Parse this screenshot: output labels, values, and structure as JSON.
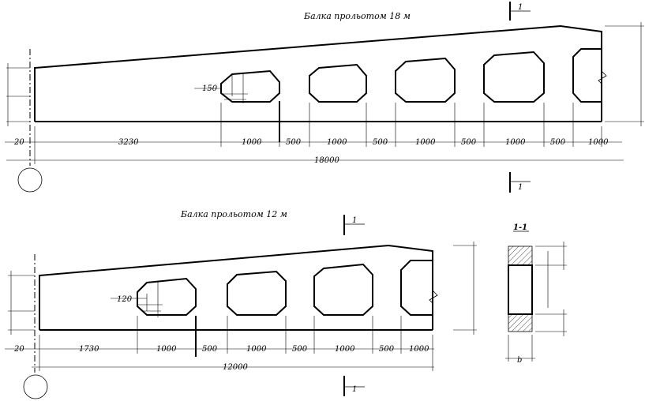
{
  "beam18": {
    "title": "Балка прольотом 18 м",
    "hole_offset": "150",
    "dims": [
      "20",
      "3230",
      "1000",
      "500",
      "1000",
      "500",
      "1000",
      "500",
      "1000",
      "500",
      "1000"
    ],
    "total": "18000"
  },
  "beam12": {
    "title": "Балка прольотом 12 м",
    "hole_offset": "120",
    "dims": [
      "20",
      "1730",
      "1000",
      "500",
      "1000",
      "500",
      "1000",
      "500",
      "1000"
    ],
    "total": "12000"
  },
  "section": {
    "label": "1-1",
    "width_label": "b",
    "cut_label": "1"
  }
}
